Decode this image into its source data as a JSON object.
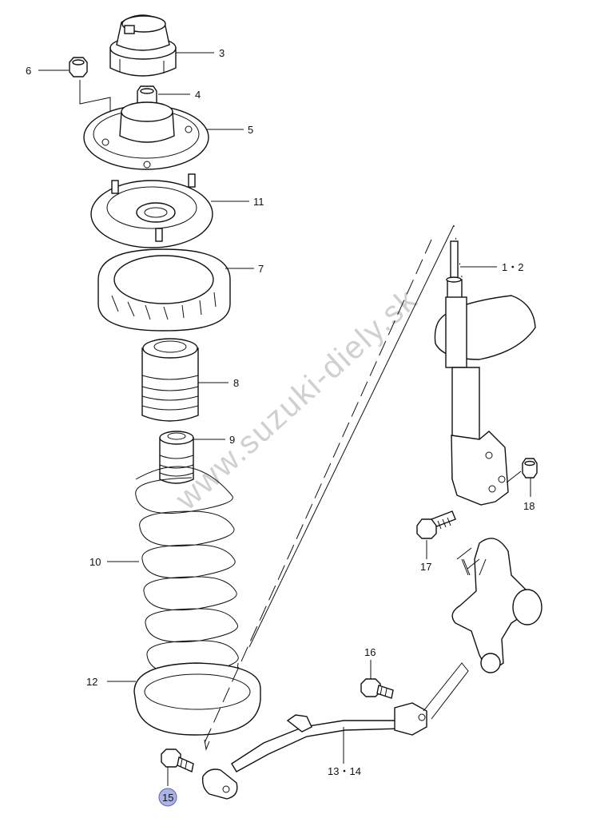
{
  "watermark": "www.suzuki-diely.sk",
  "highlight_color": "#aab4e6",
  "callouts": [
    {
      "id": "3",
      "text": "3"
    },
    {
      "id": "6",
      "text": "6"
    },
    {
      "id": "4",
      "text": "4"
    },
    {
      "id": "5",
      "text": "5"
    },
    {
      "id": "11",
      "text": "11"
    },
    {
      "id": "7",
      "text": "7"
    },
    {
      "id": "1-2",
      "text": "1・2"
    },
    {
      "id": "8",
      "text": "8"
    },
    {
      "id": "9",
      "text": "9"
    },
    {
      "id": "18",
      "text": "18"
    },
    {
      "id": "17",
      "text": "17"
    },
    {
      "id": "10",
      "text": "10"
    },
    {
      "id": "16",
      "text": "16"
    },
    {
      "id": "12",
      "text": "12"
    },
    {
      "id": "13-14",
      "text": "13・14"
    },
    {
      "id": "15",
      "text": "15",
      "highlighted": true
    }
  ]
}
